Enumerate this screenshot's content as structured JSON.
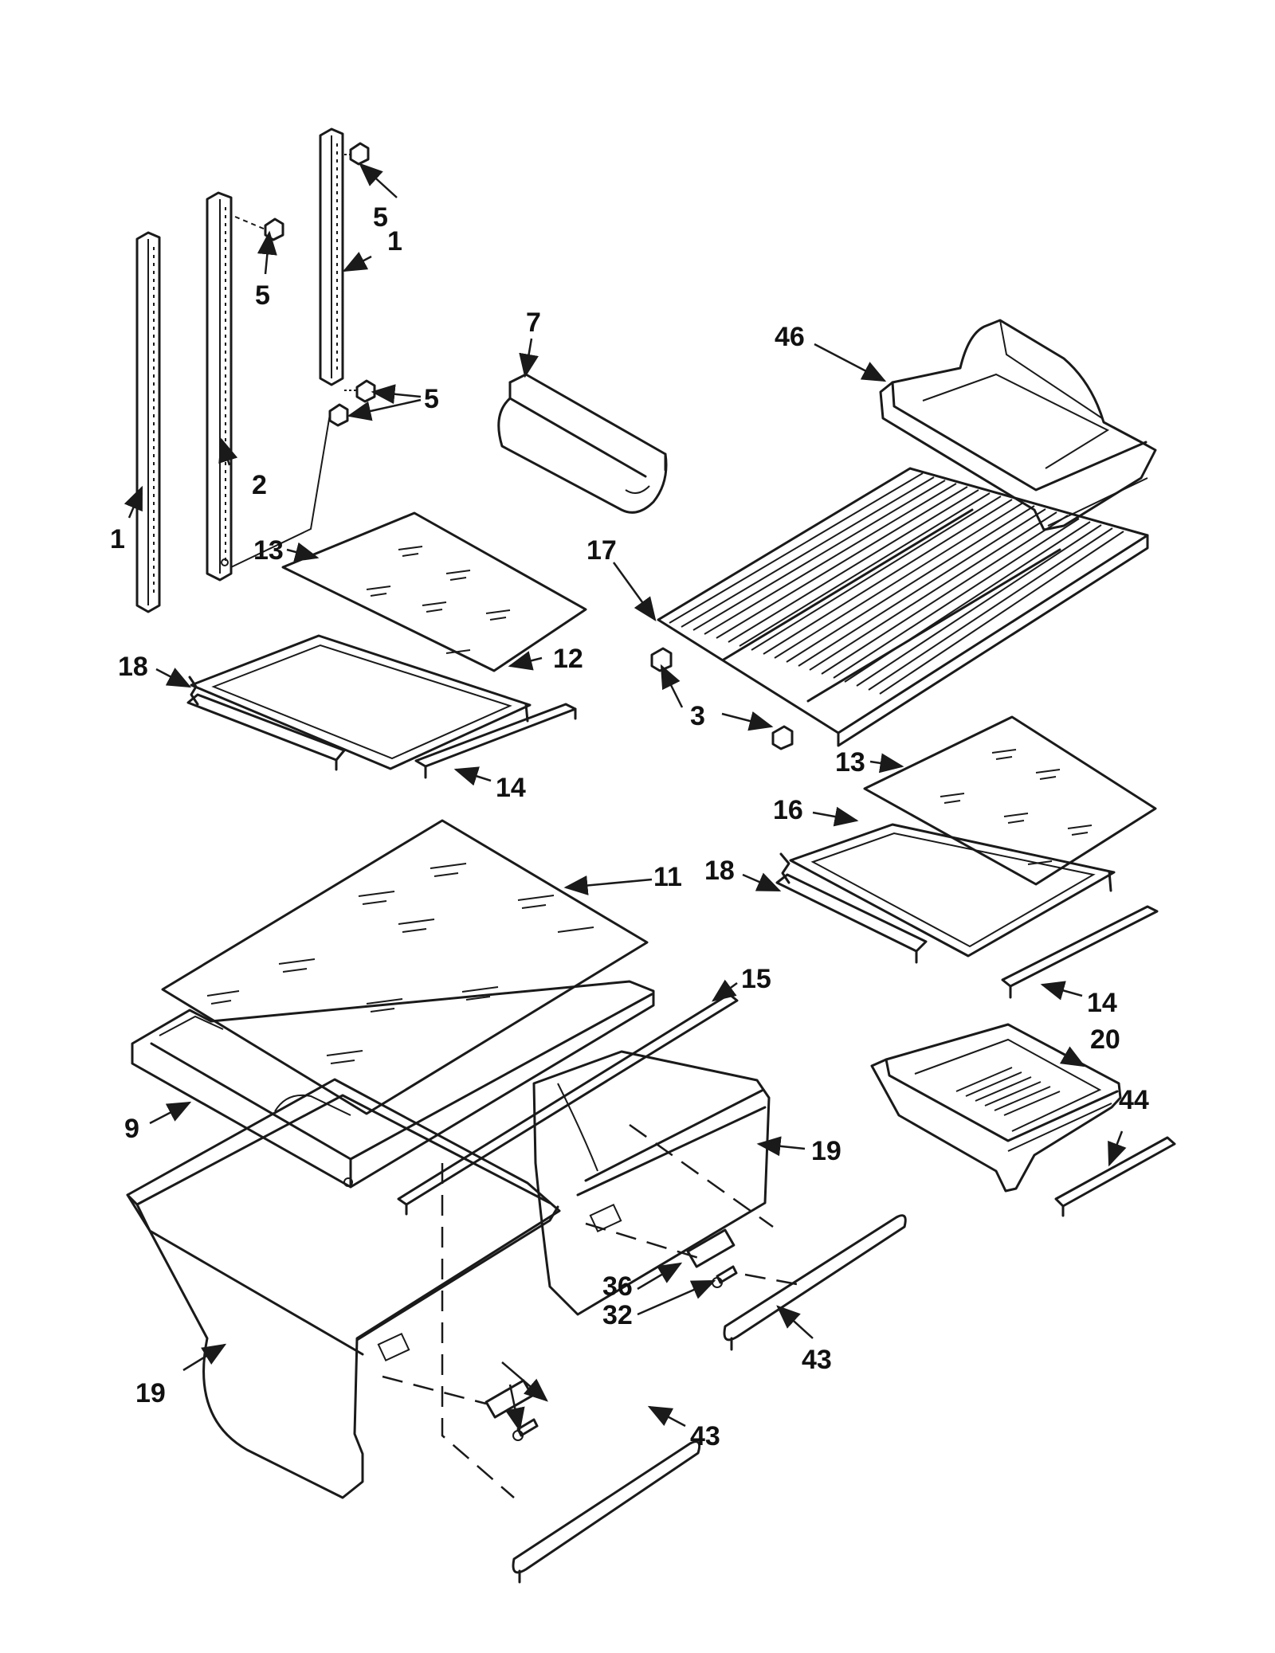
{
  "callouts": [
    {
      "id": "c1a",
      "text": "1"
    },
    {
      "id": "c1b",
      "text": "1"
    },
    {
      "id": "c2",
      "text": "2"
    },
    {
      "id": "c3",
      "text": "3"
    },
    {
      "id": "c5a",
      "text": "5"
    },
    {
      "id": "c5b",
      "text": "5"
    },
    {
      "id": "c5c",
      "text": "5"
    },
    {
      "id": "c7",
      "text": "7"
    },
    {
      "id": "c9",
      "text": "9"
    },
    {
      "id": "c11",
      "text": "11"
    },
    {
      "id": "c12",
      "text": "12"
    },
    {
      "id": "c13a",
      "text": "13"
    },
    {
      "id": "c13b",
      "text": "13"
    },
    {
      "id": "c14a",
      "text": "14"
    },
    {
      "id": "c14b",
      "text": "14"
    },
    {
      "id": "c15",
      "text": "15"
    },
    {
      "id": "c16",
      "text": "16"
    },
    {
      "id": "c17",
      "text": "17"
    },
    {
      "id": "c18a",
      "text": "18"
    },
    {
      "id": "c18b",
      "text": "18"
    },
    {
      "id": "c19a",
      "text": "19"
    },
    {
      "id": "c19b",
      "text": "19"
    },
    {
      "id": "c20",
      "text": "20"
    },
    {
      "id": "c32",
      "text": "32"
    },
    {
      "id": "c36",
      "text": "36"
    },
    {
      "id": "c43a",
      "text": "43"
    },
    {
      "id": "c43b",
      "text": "43"
    },
    {
      "id": "c44",
      "text": "44"
    },
    {
      "id": "c46",
      "text": "46"
    }
  ]
}
